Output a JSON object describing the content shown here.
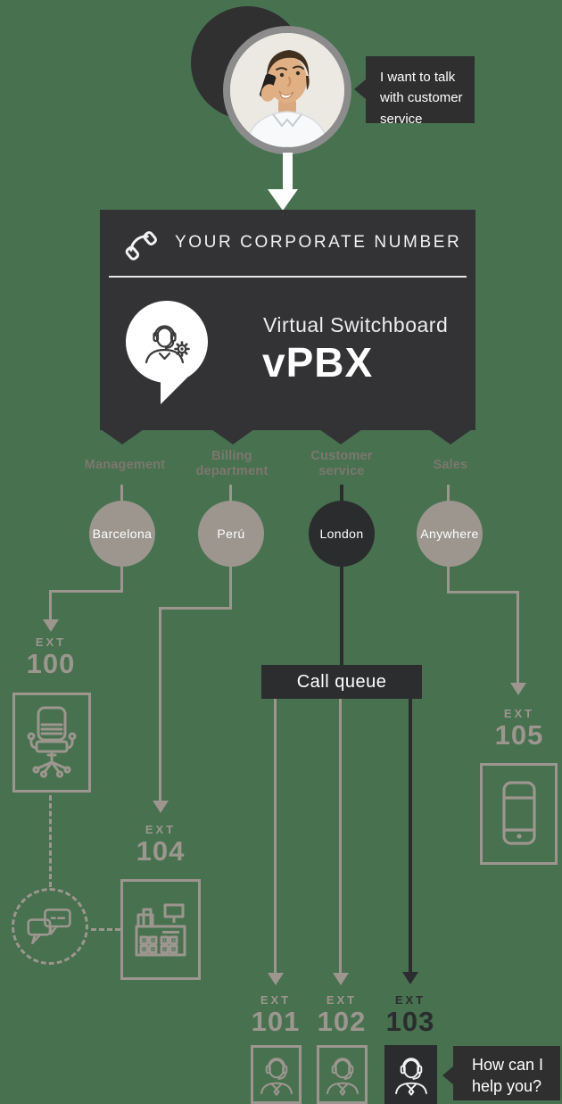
{
  "colors": {
    "background": "#47714f",
    "panel_dark": "#333336",
    "node_dark": "#2b2c2e",
    "gray": "#9c968f",
    "label_gray": "#7d776e",
    "white": "#ffffff"
  },
  "caller": {
    "speech_bubble": "I want to talk with customer service"
  },
  "switchboard": {
    "header": "YOUR CORPORATE NUMBER",
    "product_title": "Virtual Switchboard",
    "product_name": "vPBX"
  },
  "departments": [
    {
      "name": "Management",
      "location": "Barcelona"
    },
    {
      "name": "Billing\ndepartment",
      "location": "Perú"
    },
    {
      "name": "Customer\nservice",
      "location": "London"
    },
    {
      "name": "Sales",
      "location": "Anywhere"
    }
  ],
  "call_queue_label": "Call queue",
  "extensions": {
    "ext100": {
      "label": "EXT",
      "number": "100"
    },
    "ext101": {
      "label": "EXT",
      "number": "101"
    },
    "ext102": {
      "label": "EXT",
      "number": "102"
    },
    "ext103": {
      "label": "EXT",
      "number": "103"
    },
    "ext104": {
      "label": "EXT",
      "number": "104"
    },
    "ext105": {
      "label": "EXT",
      "number": "105"
    }
  },
  "agent": {
    "speech_bubble": "How can I help you?"
  }
}
